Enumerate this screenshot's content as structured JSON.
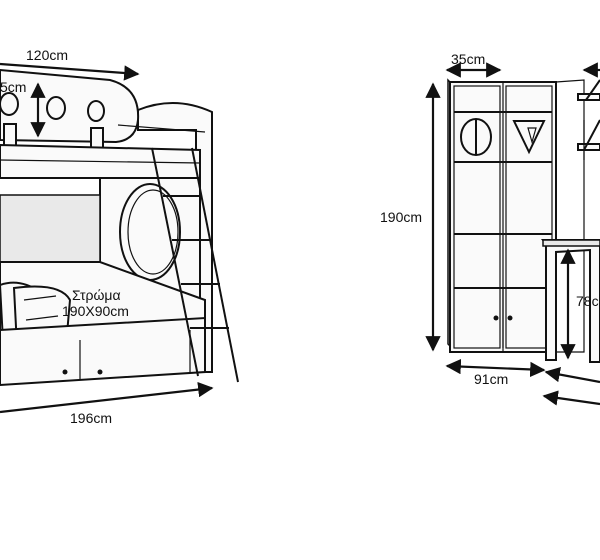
{
  "labels": {
    "bed_width": "120cm",
    "headboard_height": "5cm",
    "mattress_title": "Στρώμα",
    "mattress_size": "190X90cm",
    "bed_length": "196cm",
    "shelf_depth": "35cm",
    "shelf_height": "190cm",
    "shelf_width": "91cm",
    "desk_height": "78c"
  },
  "icons": {
    "arrow": "arrowhead",
    "shelf_emblem_left": "circle-vertical-line-icon",
    "shelf_emblem_right": "triangle-down-icon"
  }
}
